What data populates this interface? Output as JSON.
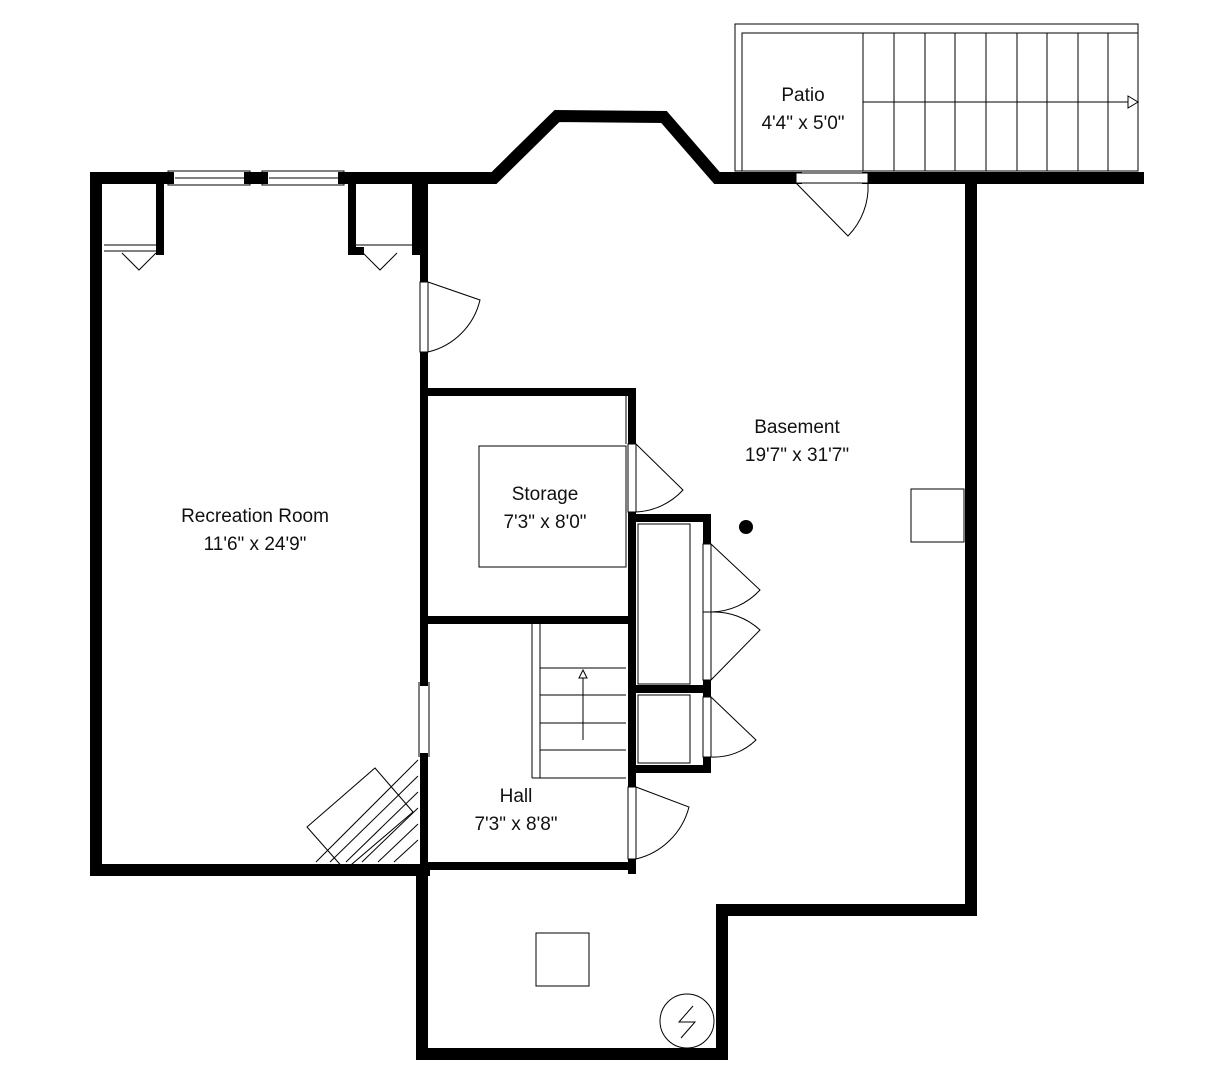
{
  "rooms": [
    {
      "id": "patio",
      "name": "Patio",
      "dimensions": "4'4\" x 5'0\""
    },
    {
      "id": "basement",
      "name": "Basement",
      "dimensions": "19'7\" x 31'7\""
    },
    {
      "id": "storage",
      "name": "Storage",
      "dimensions": "7'3\" x 8'0\""
    },
    {
      "id": "recreation-room",
      "name": "Recreation Room",
      "dimensions": "11'6\" x 24'9\""
    },
    {
      "id": "hall",
      "name": "Hall",
      "dimensions": "7'3\" x 8'8\""
    }
  ],
  "symbols": [
    {
      "id": "electrical-panel",
      "icon": "lightning-icon"
    },
    {
      "id": "floor-drain",
      "icon": "dot-icon"
    }
  ]
}
